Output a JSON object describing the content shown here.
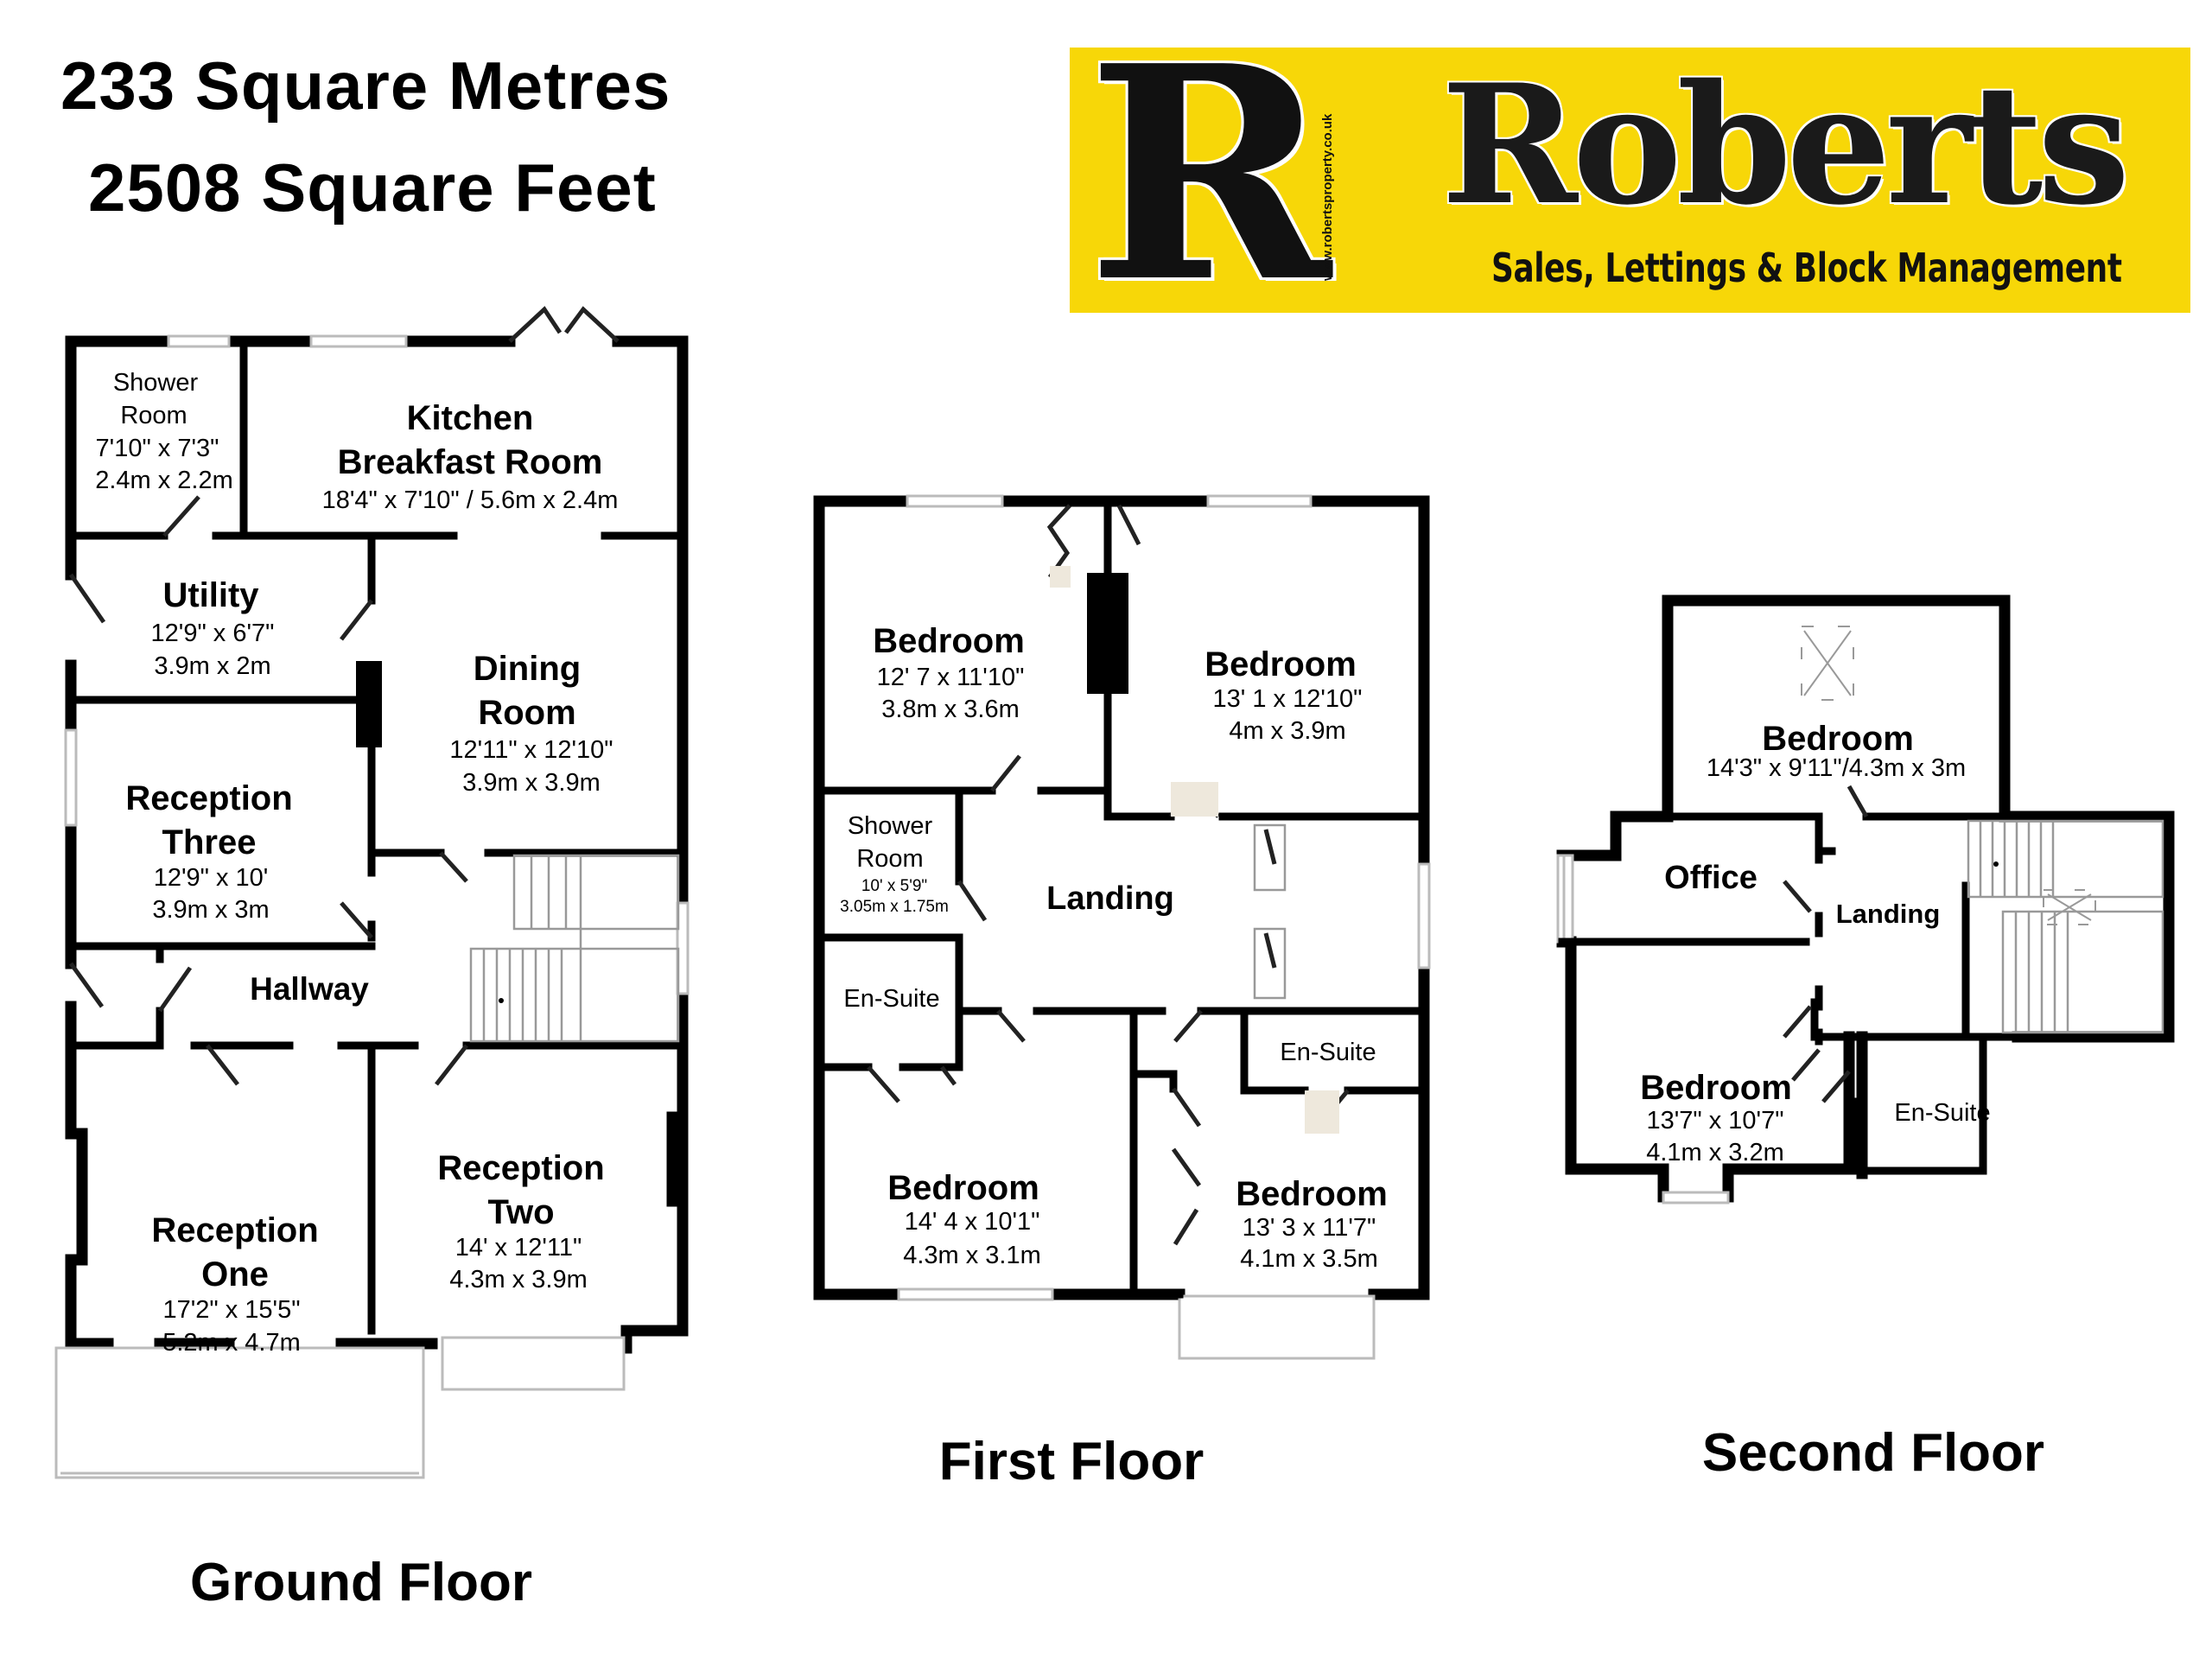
{
  "header": {
    "area_metric": "233 Square Metres",
    "area_imperial": "2508 Square Feet"
  },
  "logo": {
    "monogram": "R",
    "brand": "Roberts",
    "url": "www.robertsproperty.co.uk",
    "tagline": "Sales, Lettings & Block Management",
    "background_color": "#f7d708"
  },
  "floors": {
    "ground": {
      "label": "Ground Floor",
      "rooms": {
        "shower_room": {
          "name1": "Shower",
          "name2": "Room",
          "dim_imperial": "7'10\" x 7'3\"",
          "dim_metric": "2.4m x 2.2m"
        },
        "kitchen": {
          "name1": "Kitchen",
          "name2": "Breakfast Room",
          "dims": "18'4\" x 7'10\" / 5.6m x 2.4m"
        },
        "utility": {
          "name": "Utility",
          "dim_imperial": "12'9\" x 6'7\"",
          "dim_metric": "3.9m x 2m"
        },
        "dining": {
          "name1": "Dining",
          "name2": "Room",
          "dim_imperial": "12'11\" x 12'10\"",
          "dim_metric": "3.9m x 3.9m"
        },
        "reception_three": {
          "name1": "Reception",
          "name2": "Three",
          "dim_imperial": "12'9\" x 10'",
          "dim_metric": "3.9m x 3m"
        },
        "hallway": {
          "name": "Hallway"
        },
        "reception_one": {
          "name1": "Reception",
          "name2": "One",
          "dim_imperial": "17'2\" x 15'5\"",
          "dim_metric": "5.2m x 4.7m"
        },
        "reception_two": {
          "name1": "Reception",
          "name2": "Two",
          "dim_imperial": "14' x 12'11\"",
          "dim_metric": "4.3m x 3.9m"
        }
      }
    },
    "first": {
      "label": "First Floor",
      "rooms": {
        "bedroom_nw": {
          "name": "Bedroom",
          "dim_imperial": "12' 7 x 11'10\"",
          "dim_metric": "3.8m x 3.6m"
        },
        "bedroom_ne": {
          "name": "Bedroom",
          "dim_imperial": "13' 1 x 12'10\"",
          "dim_metric": "4m x 3.9m"
        },
        "shower_room": {
          "name1": "Shower",
          "name2": "Room",
          "dim_imperial": "10' x 5'9\"",
          "dim_metric": "3.05m x 1.75m"
        },
        "landing": {
          "name": "Landing"
        },
        "ensuite_w": {
          "name": "En-Suite"
        },
        "ensuite_e": {
          "name": "En-Suite"
        },
        "bedroom_sw": {
          "name": "Bedroom",
          "dim_imperial": "14' 4 x 10'1\"",
          "dim_metric": "4.3m x 3.1m"
        },
        "bedroom_se": {
          "name": "Bedroom",
          "dim_imperial": "13' 3 x 11'7\"",
          "dim_metric": "4.1m x 3.5m"
        }
      }
    },
    "second": {
      "label": "Second Floor",
      "rooms": {
        "bedroom_top": {
          "name": "Bedroom",
          "dims": "14'3\" x 9'11\"/4.3m x 3m"
        },
        "office": {
          "name": "Office"
        },
        "landing": {
          "name": "Landing"
        },
        "bedroom_bottom": {
          "name": "Bedroom",
          "dim_imperial": "13'7\" x 10'7\"",
          "dim_metric": "4.1m x 3.2m"
        },
        "ensuite": {
          "name": "En-Suite"
        }
      }
    }
  }
}
